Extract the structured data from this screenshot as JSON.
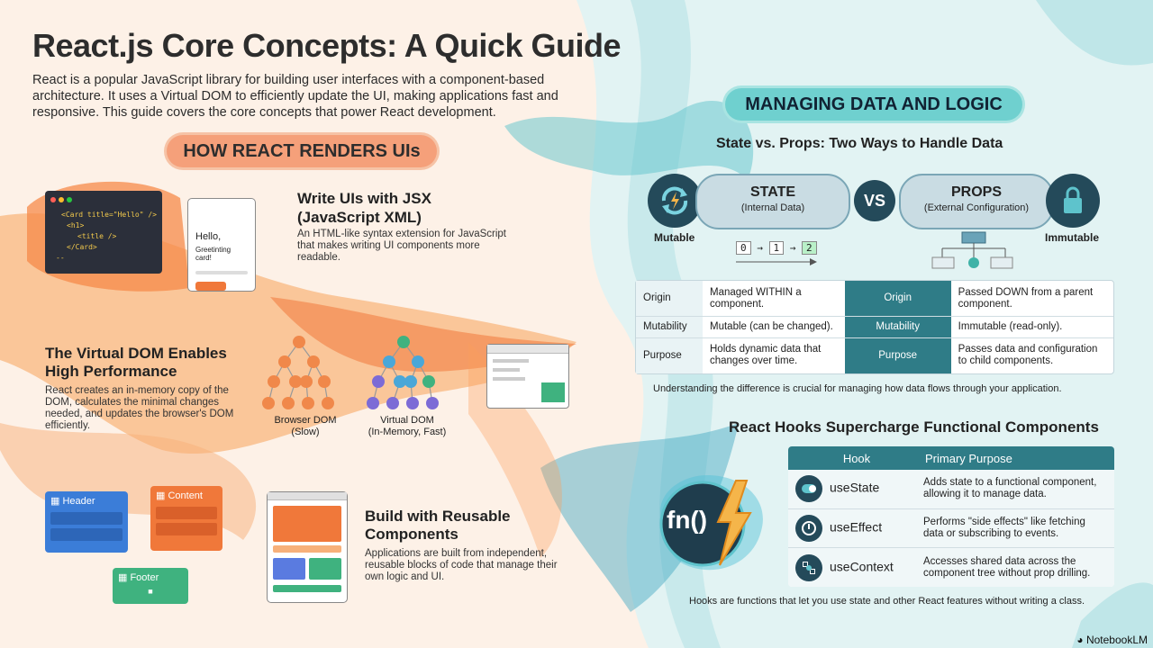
{
  "title": "React.js Core Concepts: A Quick Guide",
  "intro": "React is a popular JavaScript library for building user interfaces with a component-based architecture. It uses a Virtual DOM to efficiently update the UI, making applications fast and responsive. This guide covers the core concepts that power React development.",
  "left": {
    "section_label": "HOW REACT RENDERS UIs",
    "jsx": {
      "title_line1": "Write UIs with JSX",
      "title_line2": "(JavaScript XML)",
      "text": "An HTML-like syntax extension for JavaScript that makes writing UI components more readable.",
      "code": [
        "<Card title=\"Hello\" />",
        "<h1>",
        "<title />",
        "</Card>"
      ],
      "card_greeting": "Hello,",
      "card_text": "Greetinting card!"
    },
    "vdom": {
      "title_line1": "The Virtual DOM Enables",
      "title_line2": "High Performance",
      "text": "React creates an in-memory copy of the DOM, calculates the minimal changes needed, and updates the browser's DOM efficiently.",
      "browser_line1": "Browser DOM",
      "browser_line2": "(Slow)",
      "virtual_line1": "Virtual DOM",
      "virtual_line2": "(In-Memory, Fast)"
    },
    "components": {
      "title_line1": "Build with Reusable",
      "title_line2": "Components",
      "text": "Applications are built from independent, reusable blocks of code that manage their own logic and UI.",
      "header": "Header",
      "content": "Content",
      "footer": "Footer"
    }
  },
  "right": {
    "section_label": "MANAGING DATA AND LOGIC",
    "sp_title": "State vs. Props: Two Ways to Handle Data",
    "state": {
      "label": "STATE",
      "sub": "(Internal Data)",
      "tag": "Mutable",
      "seq": [
        "0",
        "1",
        "2"
      ]
    },
    "vs": "VS",
    "props": {
      "label": "PROPS",
      "sub": "(External Configuration)",
      "tag": "Immutable"
    },
    "comparison": [
      {
        "k": "Origin",
        "state": "Managed WITHIN a component.",
        "props": "Passed DOWN from a parent component."
      },
      {
        "k": "Mutability",
        "state": "Mutable (can be changed).",
        "props": "Immutable (read-only)."
      },
      {
        "k": "Purpose",
        "state": "Holds dynamic data that changes over time.",
        "props": "Passes data and configuration to child components."
      }
    ],
    "comparison_caption": "Understanding the difference is crucial for managing how data flows through your application.",
    "hooks_title": "React Hooks Supercharge Functional Components",
    "fn_label": "fn()",
    "hooks_headers": [
      "Hook",
      "Primary Purpose"
    ],
    "hooks": [
      {
        "name": "useState",
        "icon": "toggle-icon",
        "purpose": "Adds state to a functional component, allowing it to manage data."
      },
      {
        "name": "useEffect",
        "icon": "history-icon",
        "purpose": "Performs \"side effects\" like fetching data or subscribing to events."
      },
      {
        "name": "useContext",
        "icon": "network-icon",
        "purpose": "Accesses shared data across the component tree without prop drilling."
      }
    ],
    "hooks_caption": "Hooks are functions that let you use state and other React features without writing a class."
  },
  "brand": "NotebookLM",
  "colors": {
    "orange": "#f5a07a",
    "teal": "#2f7c87",
    "navy": "#244a5a",
    "accent_green": "#3fb27f"
  }
}
